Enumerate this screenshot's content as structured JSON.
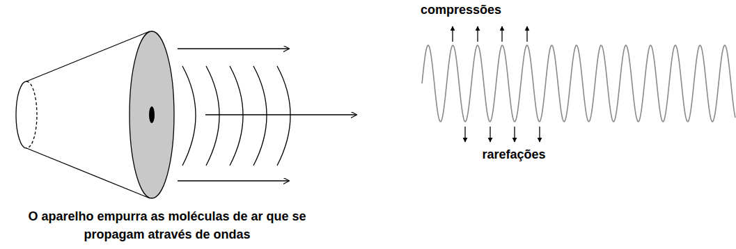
{
  "diagram": {
    "caption": "O aparelho empurra as moléculas de ar que se propagam através de ondas",
    "labels": [
      "compressões",
      "rarefações"
    ]
  }
}
